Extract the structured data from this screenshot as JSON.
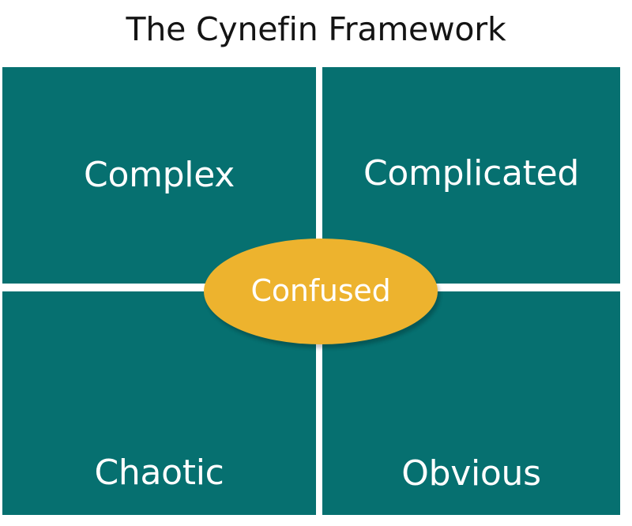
{
  "diagram": {
    "title": "The Cynefin Framework",
    "type": "2x2-matrix-with-center-node",
    "colors": {
      "quadrant_fill": "#067070",
      "quadrant_text": "#ffffff",
      "center_node_fill": "#edb32e",
      "center_node_text": "#ffffff",
      "divider": "#ffffff",
      "title_text": "#141414",
      "background": "#ffffff"
    },
    "quadrants": [
      {
        "id": "complex",
        "label": "Complex",
        "position": "top-left"
      },
      {
        "id": "complicated",
        "label": "Complicated",
        "position": "top-right"
      },
      {
        "id": "chaotic",
        "label": "Chaotic",
        "position": "bottom-left"
      },
      {
        "id": "obvious",
        "label": "Obvious",
        "position": "bottom-right"
      }
    ],
    "center_node": {
      "id": "confused",
      "label": "Confused",
      "shape": "ellipse"
    }
  }
}
